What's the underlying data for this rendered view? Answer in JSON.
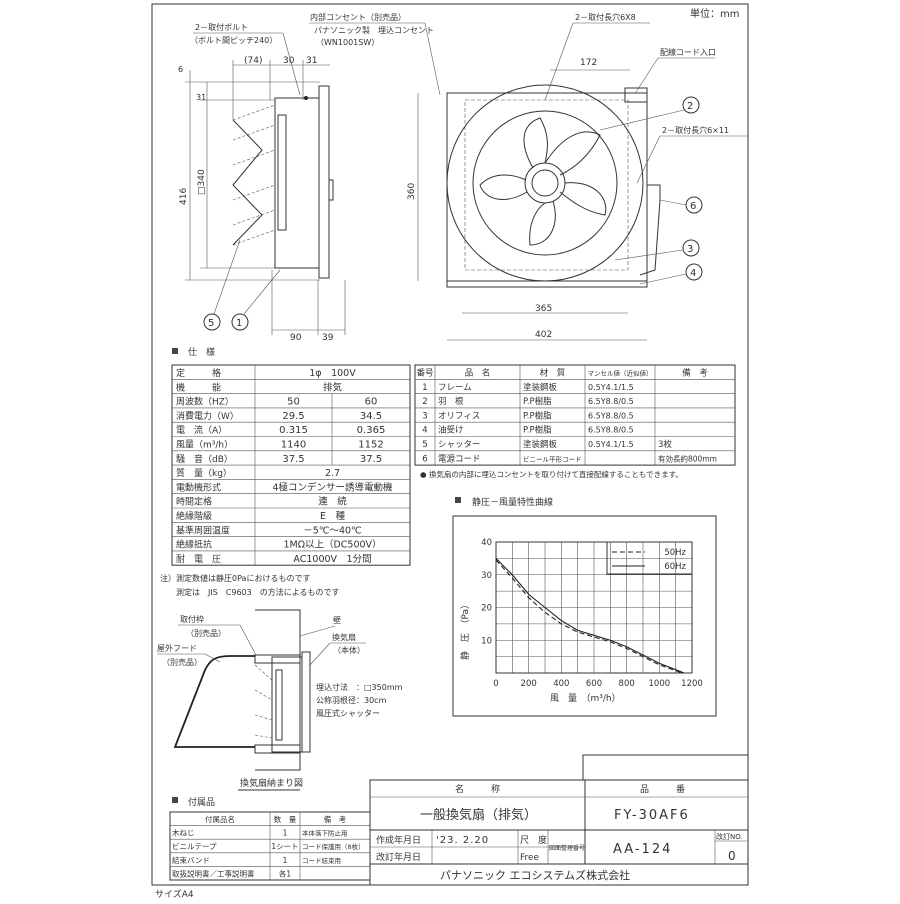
{
  "header": {
    "unit": "単位：mm",
    "paper_size": "サイズA4"
  },
  "side_view": {
    "bolt_label": "2－取付ボルト",
    "bolt_pitch": "（ボルト間ピッチ240）",
    "outlet_label": "内部コンセント（別売品）",
    "outlet_maker": "パナソニック製　埋込コンセント",
    "outlet_model": "（WN1001SW）",
    "dims": {
      "d74": "(74)",
      "d30": "30",
      "d31_top": "31",
      "d6": "6",
      "d31_side": "31",
      "d416": "416",
      "d340": "□340",
      "d90": "90",
      "d39": "39"
    },
    "callouts": [
      "5",
      "1"
    ]
  },
  "front_view": {
    "slot_top": "2－取付長穴6X8",
    "cord_entry": "配線コード入口",
    "slot_side": "2－取付長穴6×11",
    "dims": {
      "d172": "172",
      "d360": "360",
      "d365": "365",
      "d402": "402"
    },
    "callouts": [
      "2",
      "6",
      "3",
      "4"
    ]
  },
  "spec": {
    "heading": "仕　様",
    "rows": [
      {
        "label": "定　　　格",
        "values": [
          "1φ　100V"
        ]
      },
      {
        "label": "機　　　能",
        "values": [
          "排気"
        ]
      },
      {
        "label": "周波数（HZ）",
        "values": [
          "50",
          "60"
        ]
      },
      {
        "label": "消費電力（W）",
        "values": [
          "29.5",
          "34.5"
        ]
      },
      {
        "label": "電　流（A）",
        "values": [
          "0.315",
          "0.365"
        ]
      },
      {
        "label": "風量（m³/h）",
        "values": [
          "1140",
          "1152"
        ]
      },
      {
        "label": "騒　音（dB）",
        "values": [
          "37.5",
          "37.5"
        ]
      },
      {
        "label": "質　量（kg）",
        "values": [
          "2.7"
        ]
      },
      {
        "label": "電動機形式",
        "values": [
          "4極コンデンサー誘導電動機"
        ]
      },
      {
        "label": "時間定格",
        "values": [
          "連　続"
        ]
      },
      {
        "label": "絶縁階級",
        "values": [
          "E　種"
        ]
      },
      {
        "label": "基準周囲温度",
        "values": [
          "－5℃～40℃"
        ]
      },
      {
        "label": "絶縁抵抗",
        "values": [
          "1MΩ以上（DC500V）"
        ]
      },
      {
        "label": "耐　電　圧",
        "values": [
          "AC1000V　1分間"
        ]
      }
    ],
    "notes": [
      "注）測定数値は静圧0Paにおけるものです",
      "　　測定は　JIS　C9603　の方法によるものです"
    ]
  },
  "parts": {
    "headers": [
      "番号",
      "品　名",
      "材　質",
      "マンセル値（近似値）",
      "備　考"
    ],
    "rows": [
      [
        "1",
        "フレーム",
        "塗装鋼板",
        "0.5Y4.1/1.5",
        ""
      ],
      [
        "2",
        "羽　根",
        "P.P樹脂",
        "6.5Y8.8/0.5",
        ""
      ],
      [
        "3",
        "オリフィス",
        "P.P樹脂",
        "6.5Y8.8/0.5",
        ""
      ],
      [
        "4",
        "油受け",
        "P.P樹脂",
        "6.5Y8.8/0.5",
        ""
      ],
      [
        "5",
        "シャッター",
        "塗装鋼板",
        "0.5Y4.1/1.5",
        "3枚"
      ],
      [
        "6",
        "電源コード",
        "ビニール平形コード",
        "",
        "有効長約800mm"
      ]
    ],
    "note": "● 換気扇の内部に埋込コンセントを取り付けて直接配線することもできます。"
  },
  "chart_data": {
    "type": "line",
    "title": "静圧－風量特性曲線",
    "xlabel": "風　量　（m³/h）",
    "ylabel": "静　圧　（Pa）",
    "xlim": [
      0,
      1200
    ],
    "ylim": [
      0,
      40
    ],
    "xticks": [
      "0",
      "200",
      "400",
      "600",
      "800",
      "1000",
      "1200"
    ],
    "yticks": [
      "10",
      "20",
      "30",
      "40"
    ],
    "grid": true,
    "legend": "top-right",
    "series": [
      {
        "name": "50Hz",
        "style": "dashed",
        "x": [
          0,
          100,
          200,
          300,
          400,
          500,
          600,
          700,
          800,
          900,
          1000,
          1140
        ],
        "y": [
          34.5,
          29,
          23,
          18.5,
          15,
          12.5,
          11,
          9.5,
          7.5,
          5,
          2.5,
          0
        ]
      },
      {
        "name": "60Hz",
        "style": "solid",
        "x": [
          0,
          100,
          200,
          300,
          400,
          500,
          600,
          700,
          800,
          900,
          1000,
          1152
        ],
        "y": [
          35,
          30,
          24,
          20,
          16,
          13,
          11.5,
          10,
          8,
          5.5,
          3,
          0
        ]
      }
    ]
  },
  "install": {
    "frame_label": "取付枠",
    "frame_sub": "（別売品）",
    "hood_label": "屋外フード",
    "hood_sub": "（別売品）",
    "wall_label": "壁",
    "fan_label": "換気扇",
    "fan_sub": "（本体）",
    "specs": [
      "埋込寸法　：□350mm",
      "公称羽根径：30cm",
      "風圧式シャッター"
    ],
    "caption": "換気扇納まり図"
  },
  "accessories": {
    "heading": "付属品",
    "headers": [
      "付属品名",
      "数　量",
      "備　考"
    ],
    "rows": [
      [
        "木ねじ",
        "1",
        "本体落下防止用"
      ],
      [
        "ビニルテープ",
        "1シート",
        "コード保護用（8枚）"
      ],
      [
        "結束バンド",
        "1",
        "コード結束用"
      ],
      [
        "取扱説明書／工事説明書",
        "各1",
        ""
      ]
    ]
  },
  "title_block": {
    "name_header": "名　　　称",
    "part_header": "品　　　番",
    "name": "一般換気扇（排気）",
    "part_no": "FY-30AF6",
    "created_label": "作成年月日",
    "created_date": "'23. 2.20",
    "revised_label": "改訂年月日",
    "revised_date": "",
    "scale_label": "尺　度",
    "scale": "Free",
    "drawing_no_label": "図面整理番号",
    "drawing_no": "AA-124",
    "rev_no_label": "改訂NO.",
    "rev_no": "0",
    "company": "パナソニック エコシステムズ株式会社"
  }
}
